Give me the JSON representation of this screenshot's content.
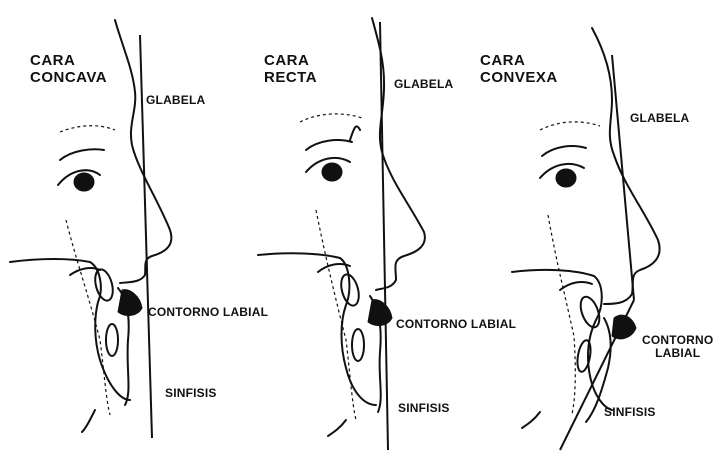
{
  "panels": [
    {
      "id": "concava",
      "title_line1": "CARA",
      "title_line2": "CONCAVA",
      "label_glabela": "GLABELA",
      "label_contorno": "CONTORNO LABIAL",
      "label_sinfisis": "SINFISIS"
    },
    {
      "id": "recta",
      "title_line1": "CARA",
      "title_line2": "RECTA",
      "label_glabela": "GLABELA",
      "label_contorno": "CONTORNO LABIAL",
      "label_sinfisis": "SINFISIS"
    },
    {
      "id": "convexa",
      "title_line1": "CARA",
      "title_line2": "CONVEXA",
      "label_glabela": "GLABELA",
      "label_contorno_line1": "CONTORNO",
      "label_contorno_line2": "LABIAL",
      "label_sinfisis": "SINFISIS"
    }
  ],
  "colors": {
    "ink": "#111111",
    "paper": "#ffffff"
  }
}
